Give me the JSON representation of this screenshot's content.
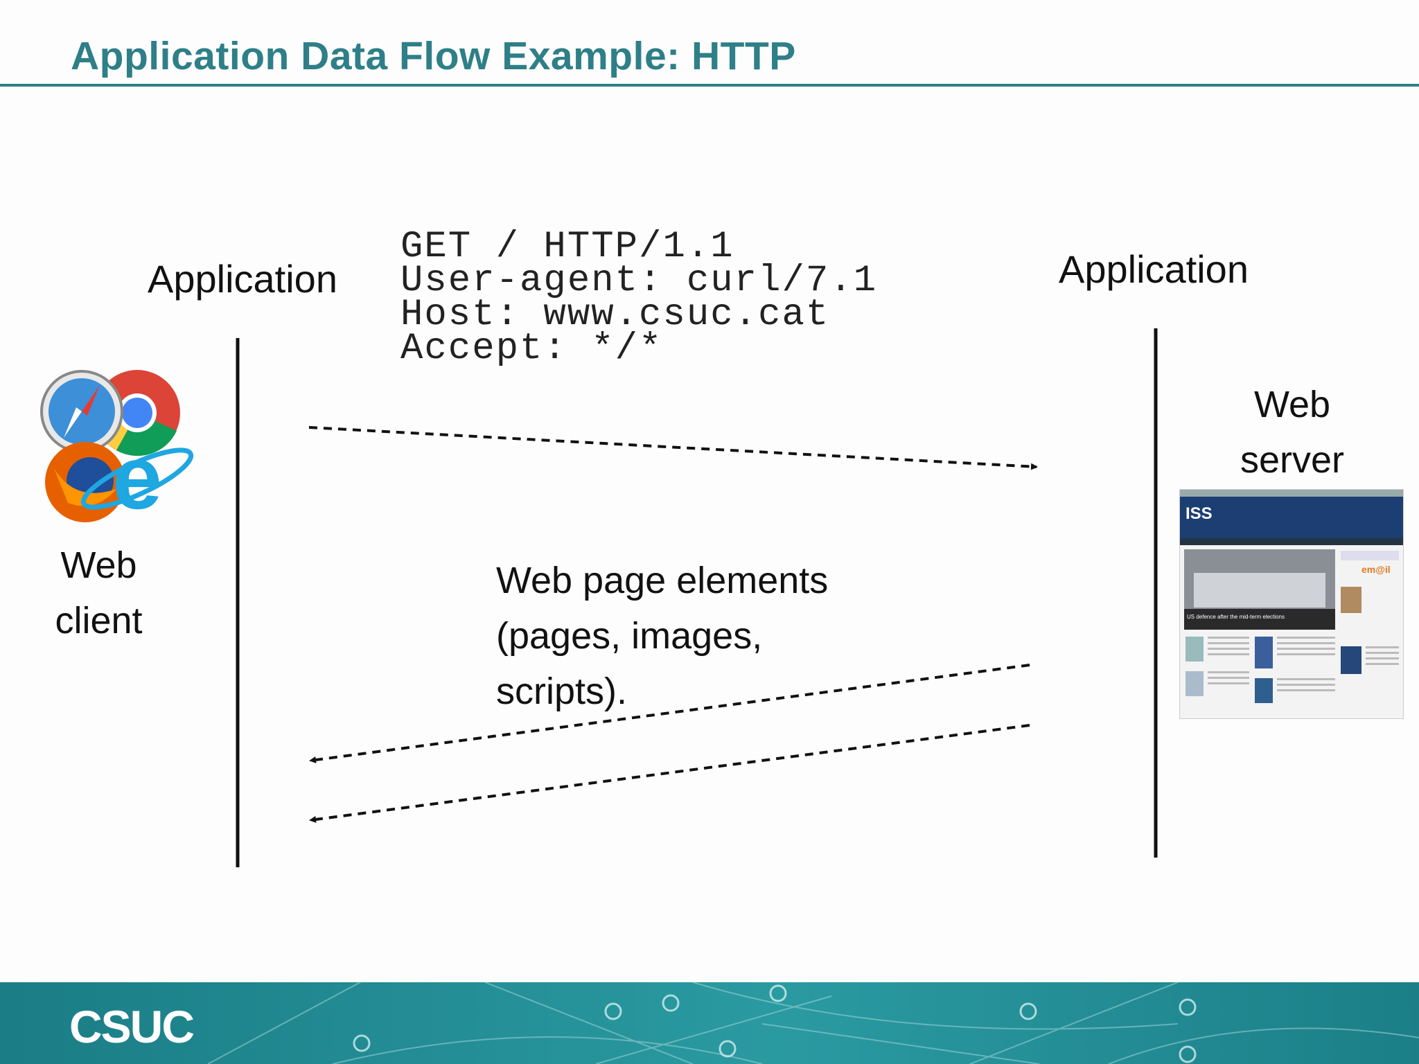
{
  "title": "Application Data Flow Example: HTTP",
  "client": {
    "layer_label": "Application",
    "name_line1": "Web",
    "name_line2": "client",
    "icon_names": [
      "safari-icon",
      "chrome-icon",
      "firefox-icon",
      "internet-explorer-icon"
    ]
  },
  "server": {
    "layer_label": "Application",
    "name_line1": "Web",
    "name_line2": "server",
    "screenshot": {
      "logo_text": "ISS",
      "headline": "US defence after the mid-term elections",
      "email_badge": "em@il"
    }
  },
  "request": {
    "lines": [
      "GET / HTTP/1.1",
      "User-agent: curl/7.1",
      "Host: www.csuc.cat",
      "Accept: */*"
    ]
  },
  "response": {
    "lines": [
      "Web page elements",
      "(pages, images,",
      "scripts)."
    ]
  },
  "footer": {
    "logo_text": "CSUC"
  },
  "colors": {
    "accent": "#2e7f87",
    "footer_bg": "#1b7d86",
    "text": "#111111"
  }
}
